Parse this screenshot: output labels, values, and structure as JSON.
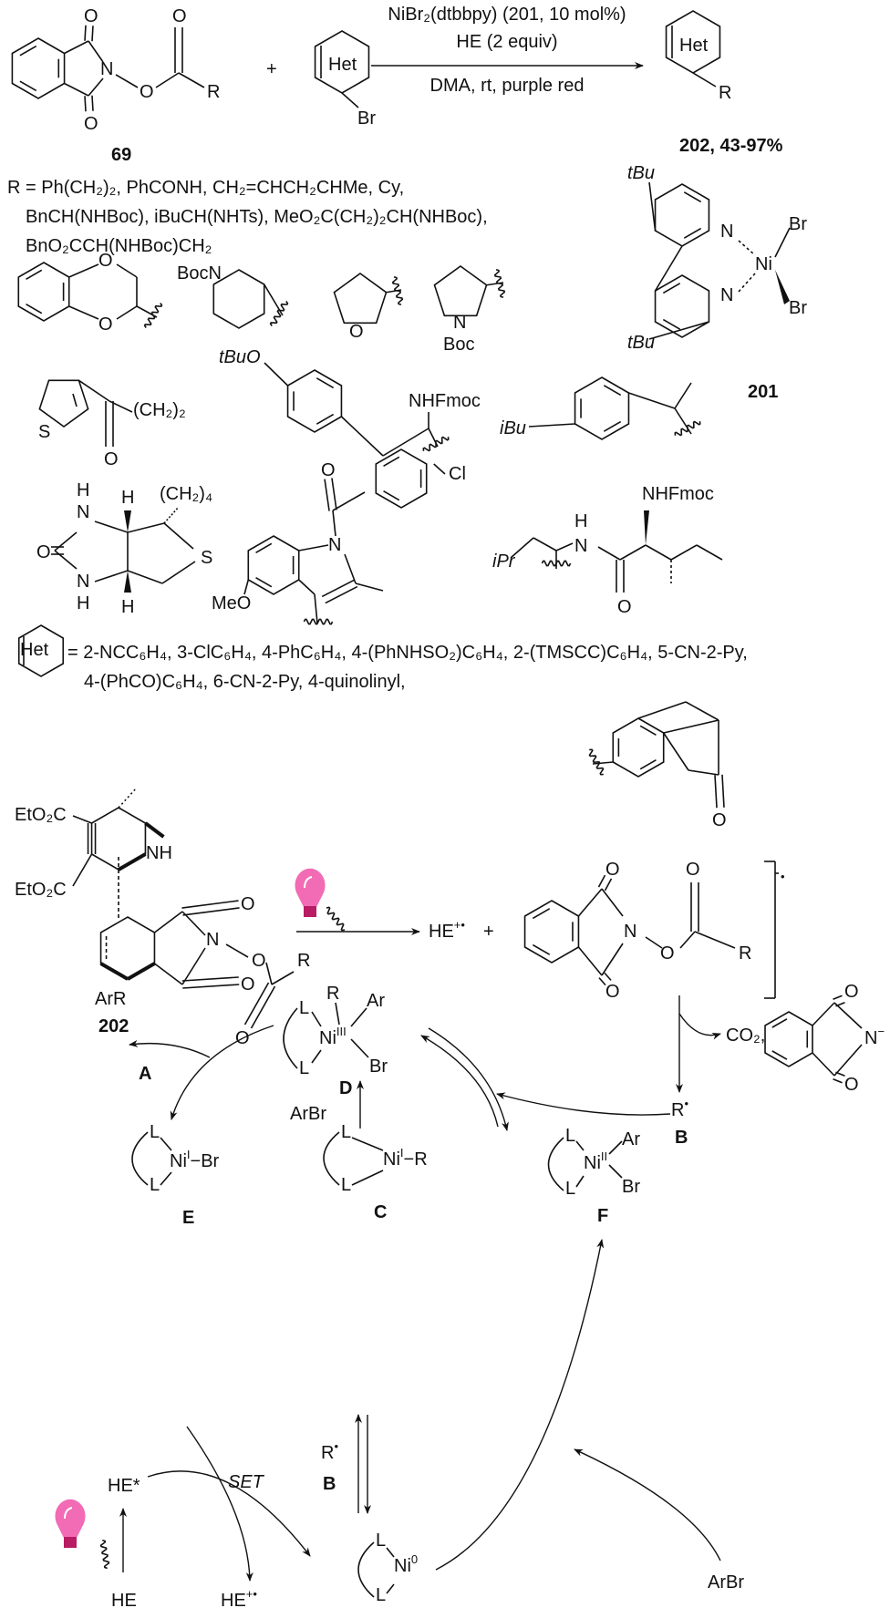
{
  "reaction": {
    "catalyst": "NiBr₂(dtbbpy) (201, 10 mol%)",
    "reductant": "HE (2 equiv)",
    "conditions": "DMA, rt, purple red",
    "substrate_label": "69",
    "product_label": "202, 43-97%",
    "het": "Het",
    "br": "Br",
    "r": "R",
    "o": "O",
    "n": "N",
    "plus": "+"
  },
  "r_groups": {
    "line1": "R = Ph(CH₂)₂, PhCONH, CH₂=CHCH₂CHMe, Cy,",
    "line2": "BnCH(NHBoc), iBuCH(NHTs), MeO₂C(CH₂)₂CH(NHBoc),",
    "line3": "BnO₂CCH(NHBoc)CH₂"
  },
  "fragments": {
    "boc_n": "BocN",
    "boc": "Boc",
    "n": "N",
    "o": "O",
    "s": "S",
    "ch2_2": "(CH₂)₂",
    "tbuo": "tBuO",
    "nhfmoc": "NHFmoc",
    "ibu": "iBu",
    "ch2_4": "(CH₂)₄",
    "h": "H",
    "cl": "Cl",
    "meo": "MeO",
    "ipr": "iPr"
  },
  "catalyst_201": {
    "tbu": "tBu",
    "n": "N",
    "ni": "Ni",
    "br": "Br",
    "label": "201"
  },
  "het_list": {
    "line1": "= 2-NCC₆H₄, 3-ClC₆H₄, 4-PhC₆H₄, 4-(PhNHSO₂)C₆H₄, 2-(TMSCC)C₆H₄, 5-CN-2-Py,",
    "line2": "4-(PhCO)C₆H₄, 6-CN-2-Py, 4-quinolinyl,"
  },
  "mechanism": {
    "eto2c": "EtO₂C",
    "nh": "NH",
    "label_A": "A",
    "he_radical_cation": "HE",
    "radical_cation_sup": "+•",
    "radical_sup": "•",
    "co2": "CO₂,",
    "n_minus": "−",
    "r_radical": "R",
    "label_B": "B",
    "label_C": "C",
    "label_D": "D",
    "label_E": "E",
    "label_F": "F",
    "arr": "ArR",
    "product": "202",
    "arbr": "ArBr",
    "l": "L",
    "ni": "Ni",
    "ox_I": "I",
    "ox_II": "II",
    "ox_III": "III",
    "ox_0": "0",
    "ar": "Ar",
    "br": "Br",
    "r": "R",
    "bond_br": "−Br",
    "bond_r": "−R",
    "set": "SET",
    "he_star": "HE*",
    "he": "HE"
  },
  "colors": {
    "bulb": "#f26bb5",
    "bulb_base": "#b81c62"
  }
}
